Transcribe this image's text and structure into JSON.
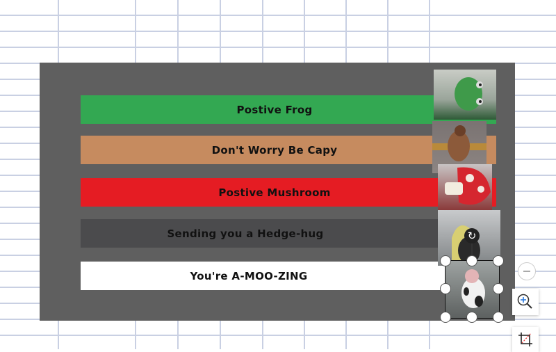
{
  "cards": [
    {
      "label": "Postive Frog",
      "color": "#33a852",
      "image": "frog-photo"
    },
    {
      "label": "Don't Worry  Be Capy",
      "color": "#c68b5f",
      "image": "capybara-photo"
    },
    {
      "label": "Postive Mushroom",
      "color": "#e51c23",
      "image": "mushroom-photo"
    },
    {
      "label": "Sending you a Hedge-hug",
      "color": "#4b4b4d",
      "image": "hedgehog-photo"
    },
    {
      "label": "You're  A-MOO-ZING",
      "color": "#ffffff",
      "image": "cow-photo"
    }
  ],
  "tools": {
    "zoom_out": "zoom-out-icon",
    "zoom_in": "zoom-in-icon",
    "crop": "crop-icon",
    "rotate": "rotate-icon"
  }
}
